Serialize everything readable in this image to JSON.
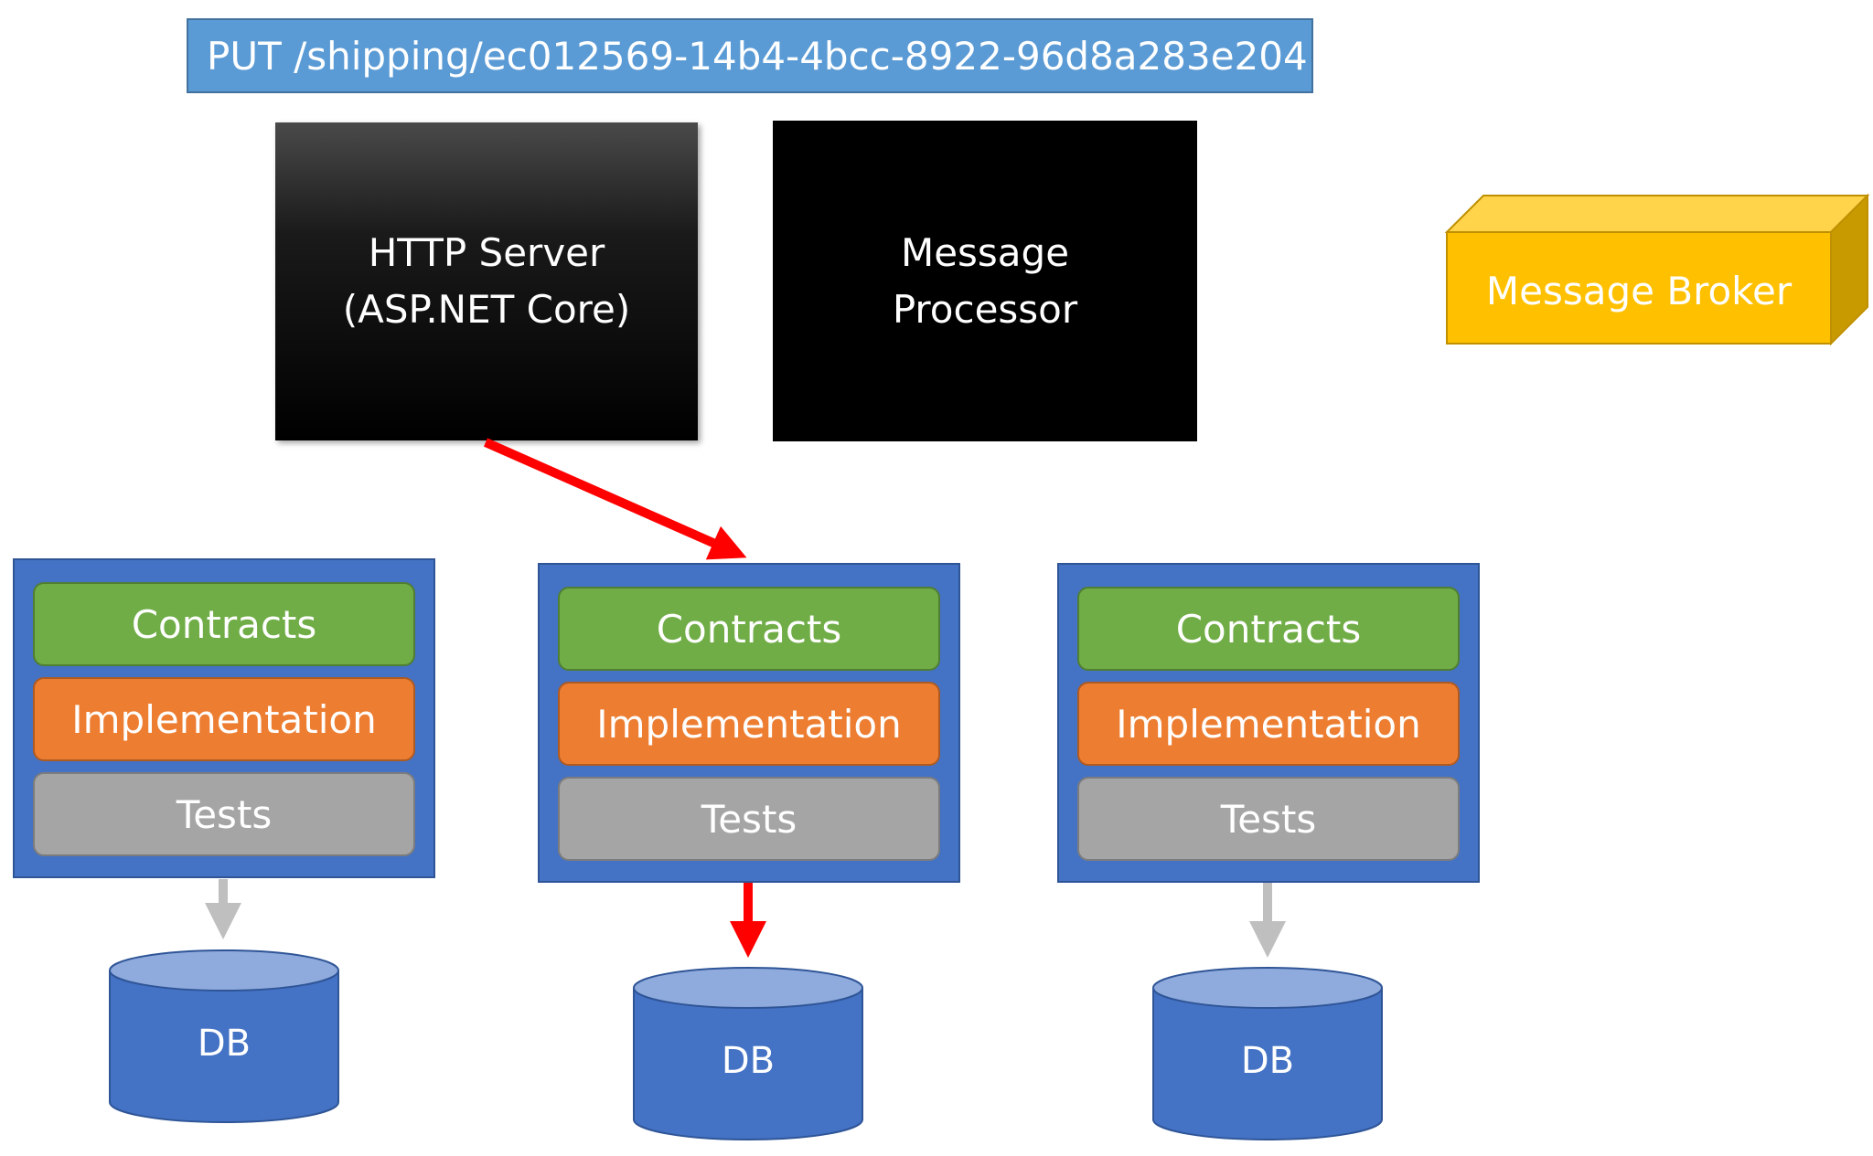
{
  "request": {
    "text": "PUT /shipping/ec012569-14b4-4bcc-8922-96d8a283e204"
  },
  "hosts": {
    "http_server": {
      "line1": "HTTP Server",
      "line2": "(ASP.NET Core)"
    },
    "message_processor": {
      "line1": "Message",
      "line2": "Processor"
    }
  },
  "broker": {
    "label": "Message Broker"
  },
  "modules": [
    {
      "contracts": "Contracts",
      "implementation": "Implementation",
      "tests": "Tests",
      "db": "DB"
    },
    {
      "contracts": "Contracts",
      "implementation": "Implementation",
      "tests": "Tests",
      "db": "DB"
    },
    {
      "contracts": "Contracts",
      "implementation": "Implementation",
      "tests": "Tests",
      "db": "DB"
    }
  ],
  "colors": {
    "active_arrow": "#ff0000",
    "inactive_arrow": "#bfbfbf",
    "module_bg": "#4472c4",
    "contracts": "#70ad47",
    "implementation": "#ed7d31",
    "tests": "#a5a5a5",
    "broker": "#ffc000",
    "request_banner": "#5b9bd5"
  }
}
